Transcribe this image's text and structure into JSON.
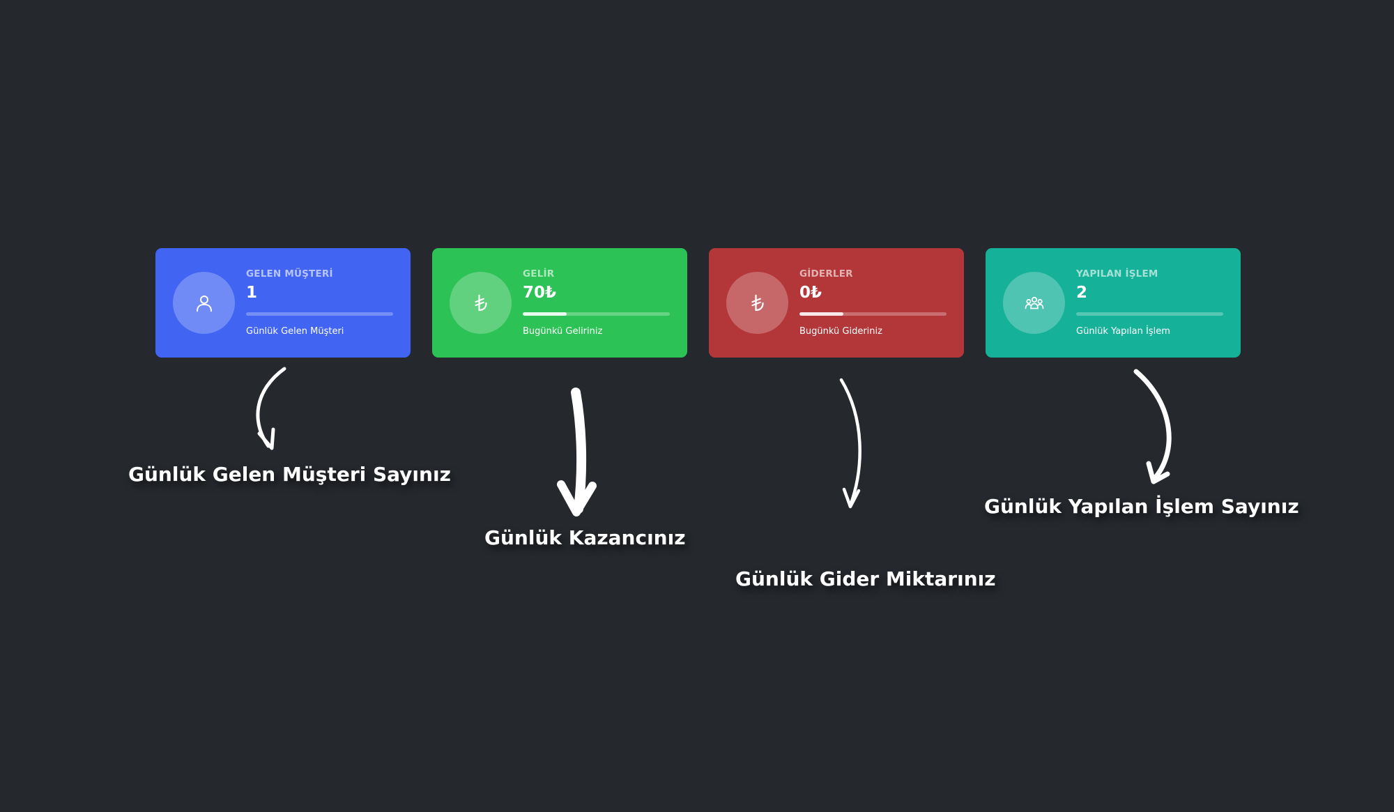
{
  "colors": {
    "background": "#25282d",
    "card_blue": "#4164f3",
    "card_green": "#2dc256",
    "card_red": "#b33639",
    "card_teal": "#16b199"
  },
  "cards": [
    {
      "title": "GELEN MÜŞTERİ",
      "value": "1",
      "subtitle": "Günlük Gelen Müşteri",
      "icon": "user-icon",
      "progress": 0.0,
      "color": "#4164f3"
    },
    {
      "title": "GELİR",
      "value": "70₺",
      "subtitle": "Bugünkü Geliriniz",
      "icon": "lira-icon",
      "progress": 0.3,
      "color": "#2dc256"
    },
    {
      "title": "GİDERLER",
      "value": "0₺",
      "subtitle": "Bugünkü Gideriniz",
      "icon": "lira-icon",
      "progress": 0.3,
      "color": "#b33639"
    },
    {
      "title": "YAPILAN İŞLEM",
      "value": "2",
      "subtitle": "Günlük Yapılan İşlem",
      "icon": "group-icon",
      "progress": 0.0,
      "color": "#16b199"
    }
  ],
  "captions": [
    "Günlük Gelen Müşteri Sayınız",
    "Günlük Kazancınız",
    "Günlük Gider Miktarınız",
    "Günlük Yapılan İşlem Sayınız"
  ]
}
